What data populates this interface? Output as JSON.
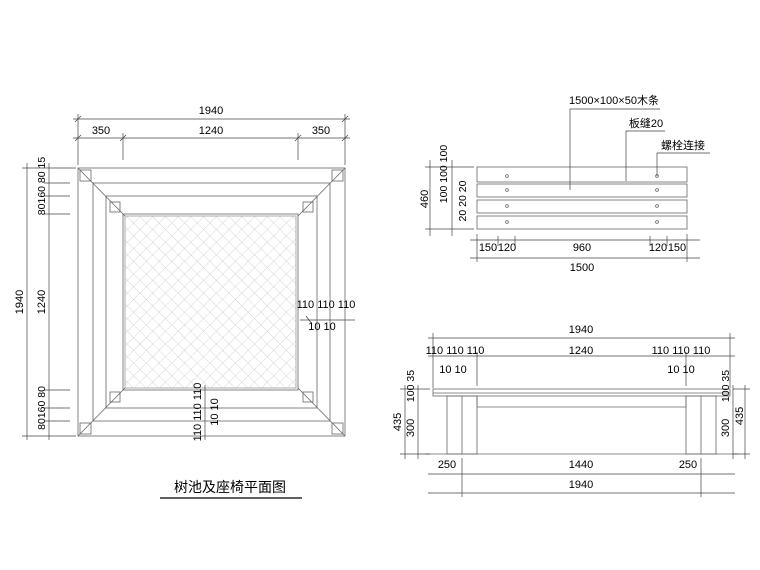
{
  "plan": {
    "top_total": "1940",
    "top_left": "350",
    "top_mid": "1240",
    "top_right": "350",
    "left_top_stack": "80160 80 15",
    "left_mid": "1240",
    "left_overall": "1940",
    "left_bot_stack": "80160 80",
    "right_three": "110 110 110",
    "right_two": "10 10",
    "bottom_three": "110 110 110",
    "bottom_two": "10 10"
  },
  "bench_top": {
    "material_label": "1500×100×50木条",
    "gap_label": "板缝20",
    "bolt_label": "螺栓连接",
    "left_height": "460",
    "left_stack_a": "100 100 100",
    "left_stack_b": "20 20 20",
    "h_150_left": "150",
    "h_120_left": "120",
    "h_960": "960",
    "h_120_right": "120",
    "h_150_right": "150",
    "h_total": "1500"
  },
  "bench_section": {
    "top_total": "1940",
    "three_left": "110 110 110",
    "mid": "1240",
    "three_right": "110 110 110",
    "ten_left": "10 10",
    "ten_right": "10 10",
    "left_435": "435",
    "left_100_35": "100 35",
    "left_300": "300",
    "right_100_35": "100 35",
    "right_300": "300",
    "right_435": "435",
    "bot_250_left": "250",
    "bot_1440": "1440",
    "bot_250_right": "250",
    "bot_total": "1940"
  },
  "title": "树池及座椅平面图"
}
